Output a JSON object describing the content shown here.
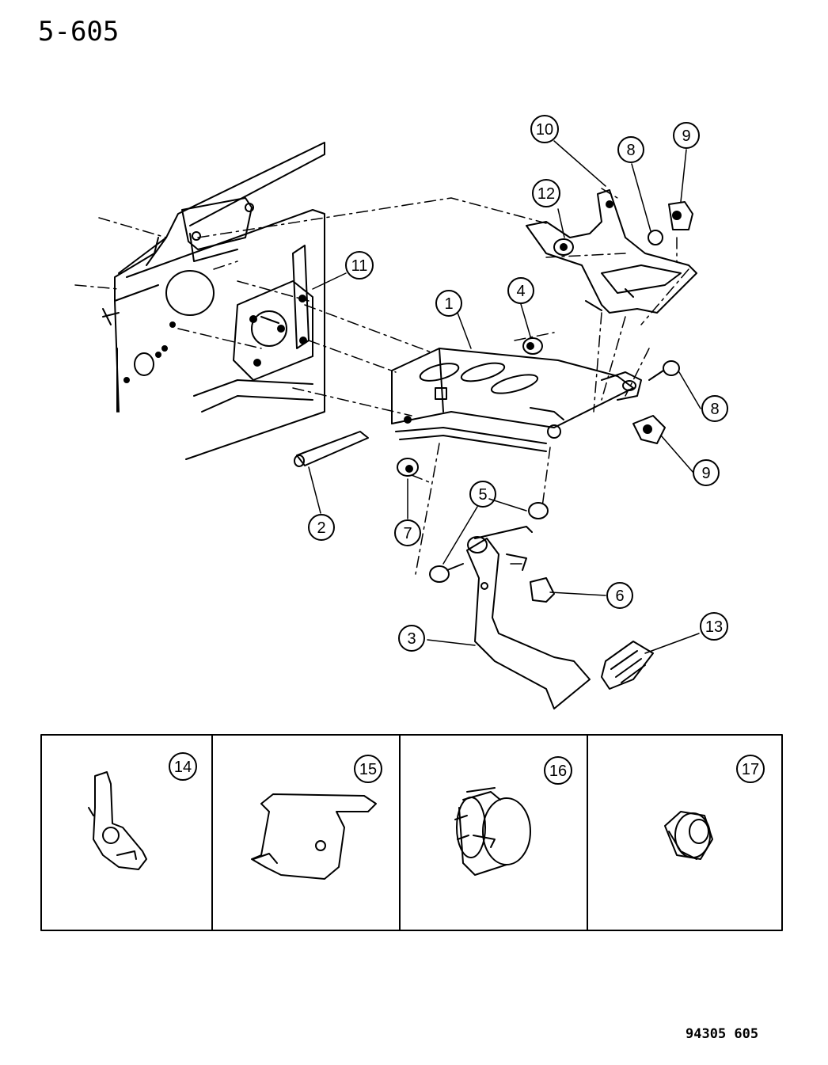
{
  "page": {
    "title": "5-605",
    "reference_code": "94305  605"
  },
  "callouts": {
    "c1": "1",
    "c2": "2",
    "c3": "3",
    "c4": "4",
    "c5": "5",
    "c6": "6",
    "c7": "7",
    "c8a": "8",
    "c8b": "8",
    "c9a": "9",
    "c9b": "9",
    "c10": "10",
    "c11": "11",
    "c12": "12",
    "c13": "13"
  },
  "detail_panels": [
    {
      "label": "14"
    },
    {
      "label": "15"
    },
    {
      "label": "16"
    },
    {
      "label": "17"
    }
  ],
  "colors": {
    "ink": "#000000",
    "paper": "#ffffff"
  }
}
